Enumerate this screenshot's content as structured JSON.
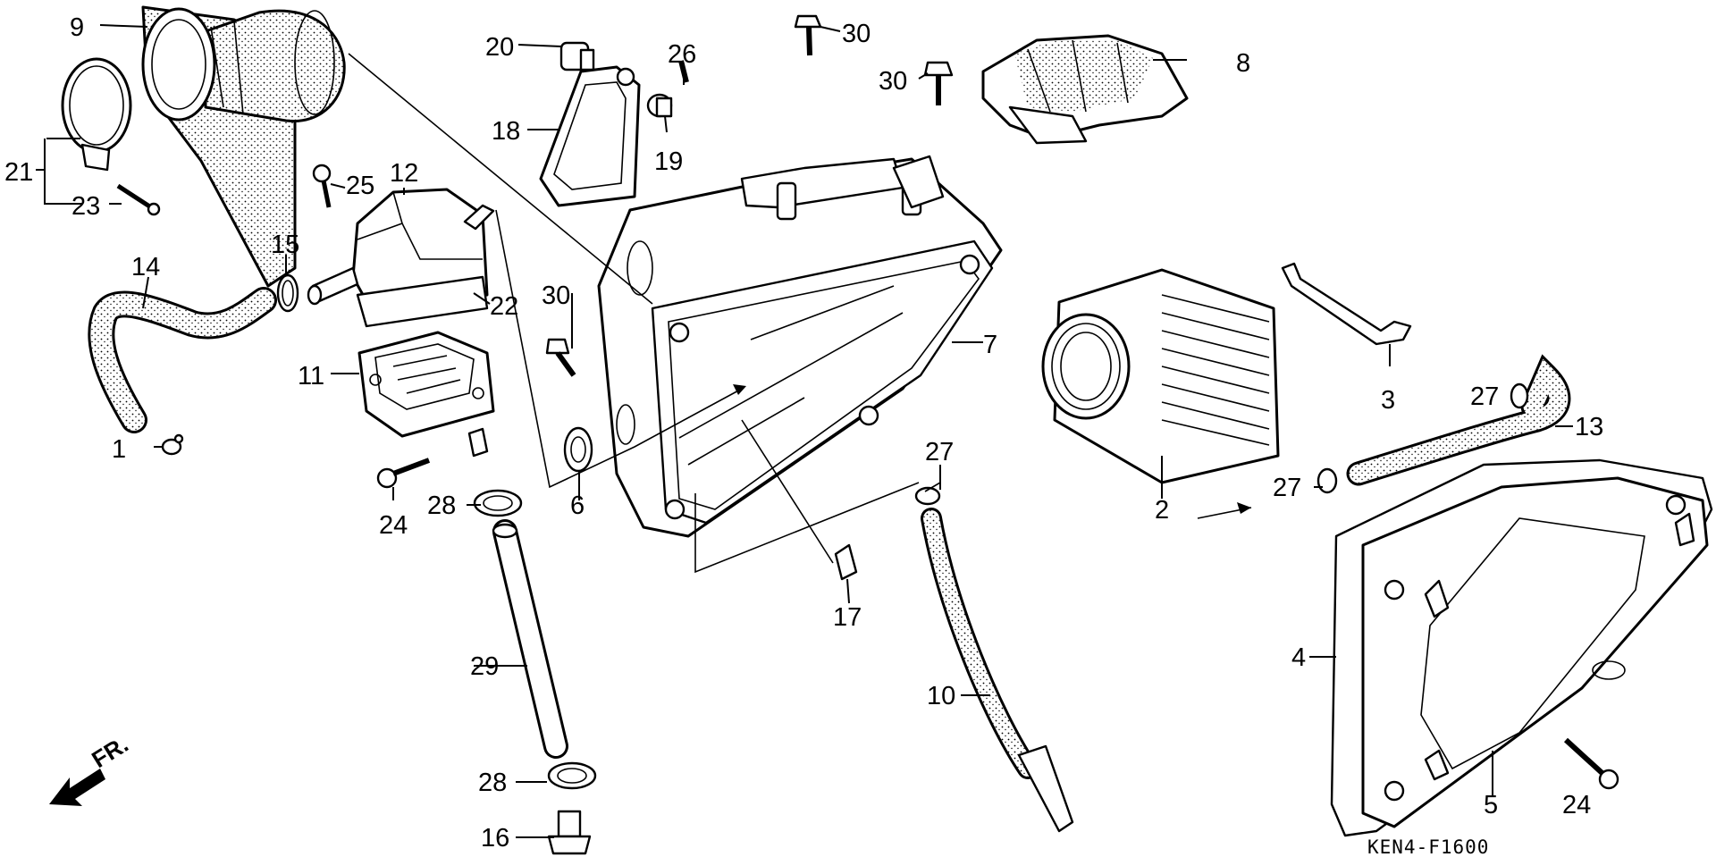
{
  "diagram": {
    "drawing_code": "KEN4-F1600",
    "front_marker": "FR.",
    "callouts": [
      {
        "id": "c1",
        "text": "1"
      },
      {
        "id": "c2",
        "text": "2"
      },
      {
        "id": "c3",
        "text": "3"
      },
      {
        "id": "c4",
        "text": "4"
      },
      {
        "id": "c5",
        "text": "5"
      },
      {
        "id": "c6",
        "text": "6"
      },
      {
        "id": "c7",
        "text": "7"
      },
      {
        "id": "c8",
        "text": "8"
      },
      {
        "id": "c9",
        "text": "9"
      },
      {
        "id": "c10",
        "text": "10"
      },
      {
        "id": "c11",
        "text": "11"
      },
      {
        "id": "c12",
        "text": "12"
      },
      {
        "id": "c13",
        "text": "13"
      },
      {
        "id": "c14",
        "text": "14"
      },
      {
        "id": "c15",
        "text": "15"
      },
      {
        "id": "c16",
        "text": "16"
      },
      {
        "id": "c17",
        "text": "17"
      },
      {
        "id": "c18",
        "text": "18"
      },
      {
        "id": "c19",
        "text": "19"
      },
      {
        "id": "c20",
        "text": "20"
      },
      {
        "id": "c21",
        "text": "21"
      },
      {
        "id": "c22",
        "text": "22"
      },
      {
        "id": "c23",
        "text": "23"
      },
      {
        "id": "c24a",
        "text": "24"
      },
      {
        "id": "c24b",
        "text": "24"
      },
      {
        "id": "c25",
        "text": "25"
      },
      {
        "id": "c26",
        "text": "26"
      },
      {
        "id": "c27a",
        "text": "27"
      },
      {
        "id": "c27b",
        "text": "27"
      },
      {
        "id": "c27c",
        "text": "27"
      },
      {
        "id": "c28a",
        "text": "28"
      },
      {
        "id": "c28b",
        "text": "28"
      },
      {
        "id": "c29",
        "text": "29"
      },
      {
        "id": "c30a",
        "text": "30"
      },
      {
        "id": "c30b",
        "text": "30"
      },
      {
        "id": "c30c",
        "text": "30"
      }
    ]
  }
}
